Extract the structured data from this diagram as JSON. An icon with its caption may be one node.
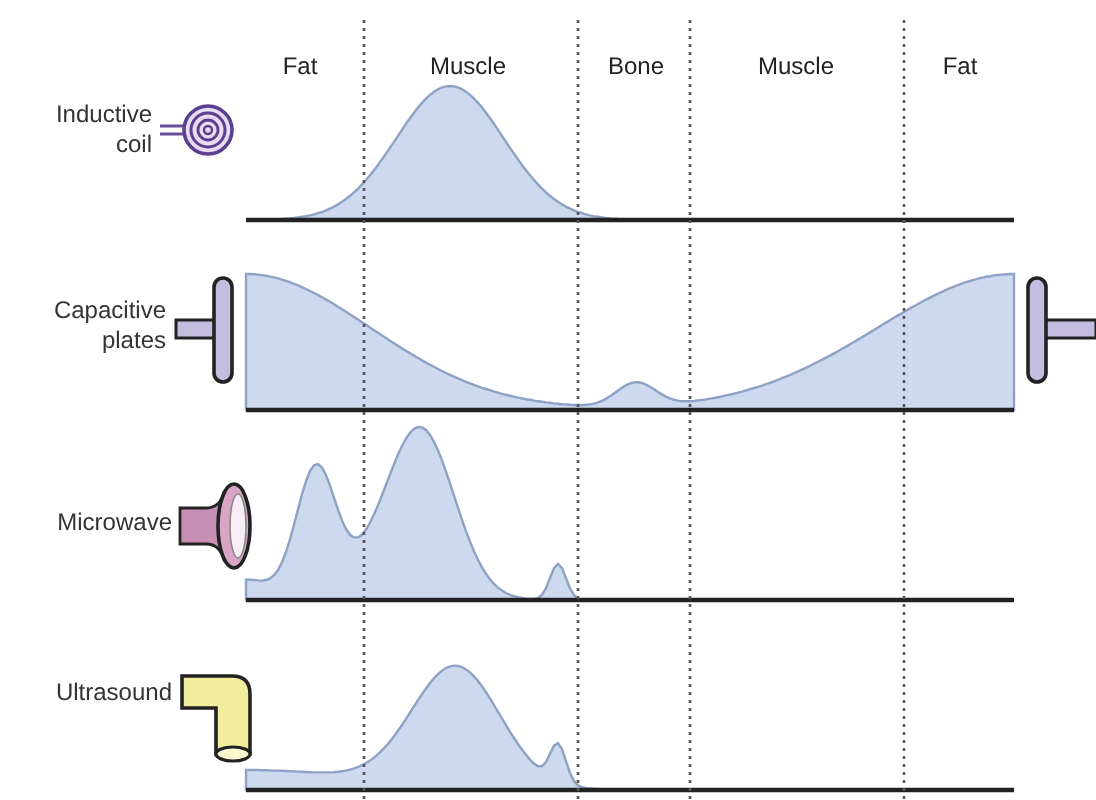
{
  "diagram": {
    "labels": [
      "Fat",
      "Muscle",
      "Bone",
      "Muscle",
      "Fat",
      "Inductive coil",
      "Capacitive plates",
      "Microwave",
      "Ultrasound"
    ]
  }
}
